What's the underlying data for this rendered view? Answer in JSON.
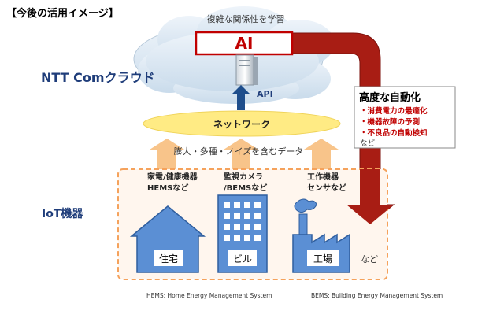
{
  "header_title": "【今後の活用イメージ】",
  "cloud": {
    "caption": "複雑な関係性を学習",
    "ai_label": "AI",
    "api_label": "API",
    "network_label": "ネットワーク",
    "cloud_name": "NTT Comクラウド"
  },
  "data_caption": "膨大・多種・ノイズを含むデータ",
  "advanced": {
    "title": "高度な自動化",
    "items": [
      "・消費電力の最適化",
      "・機器故障の予測",
      "・不良品の自動検知"
    ],
    "suffix": "など"
  },
  "iot": {
    "label": "IoT機器",
    "sources": [
      {
        "line1": "家電/健康機器",
        "line2": "HEMSなど",
        "building": "住宅"
      },
      {
        "line1": "監視カメラ",
        "line2": "/BEMSなど",
        "building": "ビル"
      },
      {
        "line1": "工作機器",
        "line2": "センサなど",
        "building": "工場"
      }
    ],
    "etc": "など"
  },
  "footnotes": {
    "hems": "HEMS: Home Energy Management System",
    "bems": "BEMS: Building Energy Management System"
  },
  "colors": {
    "cloud_fill": "#d9e6f2",
    "ai_border": "#c00000",
    "ai_text": "#c00000",
    "red_arrow": "#a81d14",
    "network_fill": "#ffeb84",
    "orange_arrow": "#f8c48a",
    "iot_box_border": "#f5a25c",
    "iot_box_fill": "#fff6ee",
    "building_fill": "#5b8fd4",
    "building_stroke": "#2f5e9e",
    "navy_text": "#1f3d7a",
    "api_arrow": "#1f4e8c"
  }
}
